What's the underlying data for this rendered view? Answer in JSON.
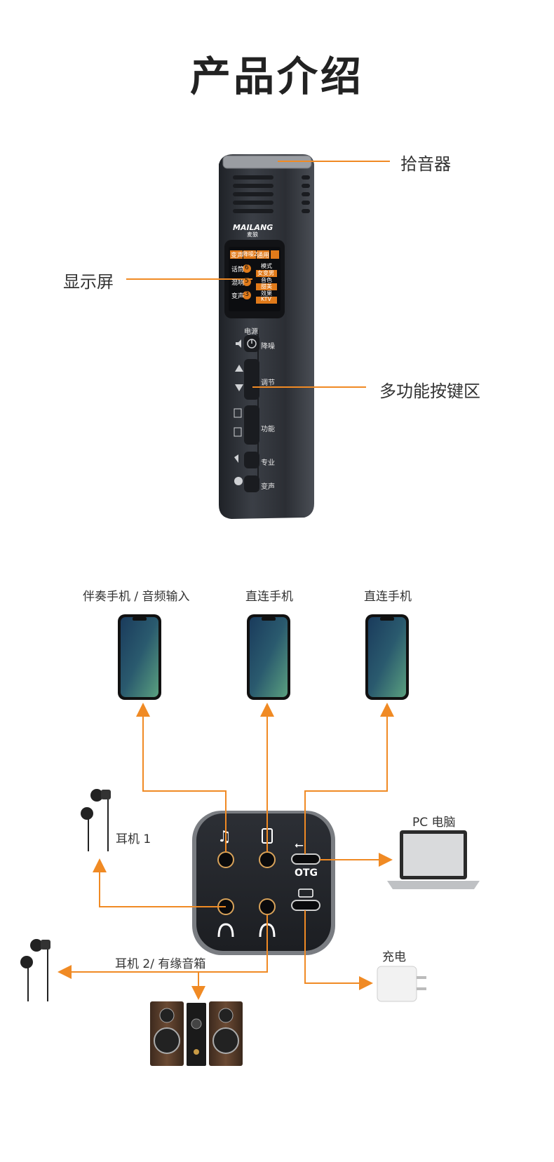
{
  "page_title": "产品介绍",
  "callouts": {
    "pickup": "拾音器",
    "display": "显示屏",
    "multi_buttons": "多功能按键区"
  },
  "mic": {
    "brand": "MAILANG",
    "brand_cn": "麦狼",
    "lcd": {
      "tabs": [
        "变声",
        "降噪2",
        "通用"
      ],
      "rows": [
        {
          "label": "话筒",
          "value": "6"
        },
        {
          "label": "混响",
          "value": "5"
        },
        {
          "label": "变声",
          "value": "-3"
        }
      ],
      "right": [
        {
          "label": "模式",
          "value": "女变男"
        },
        {
          "label": "音色",
          "value": "甜美"
        },
        {
          "label": "效果",
          "value": "KTV"
        }
      ]
    },
    "buttons": {
      "power": "电源",
      "noise": "降噪",
      "adjust": "调节",
      "function": "功能",
      "pro": "专业",
      "voice": "变声"
    }
  },
  "connections": {
    "phone1": "伴奏手机 / 音频输入",
    "phone2": "直连手机",
    "phone3": "直连手机",
    "earphone1": "耳机 1",
    "earphone2": "耳机 2/ 有缘音箱",
    "pc": "PC 电脑",
    "charge": "充电",
    "otg": "OTG"
  },
  "colors": {
    "accent": "#f08a24",
    "device": "#2a2d33"
  }
}
